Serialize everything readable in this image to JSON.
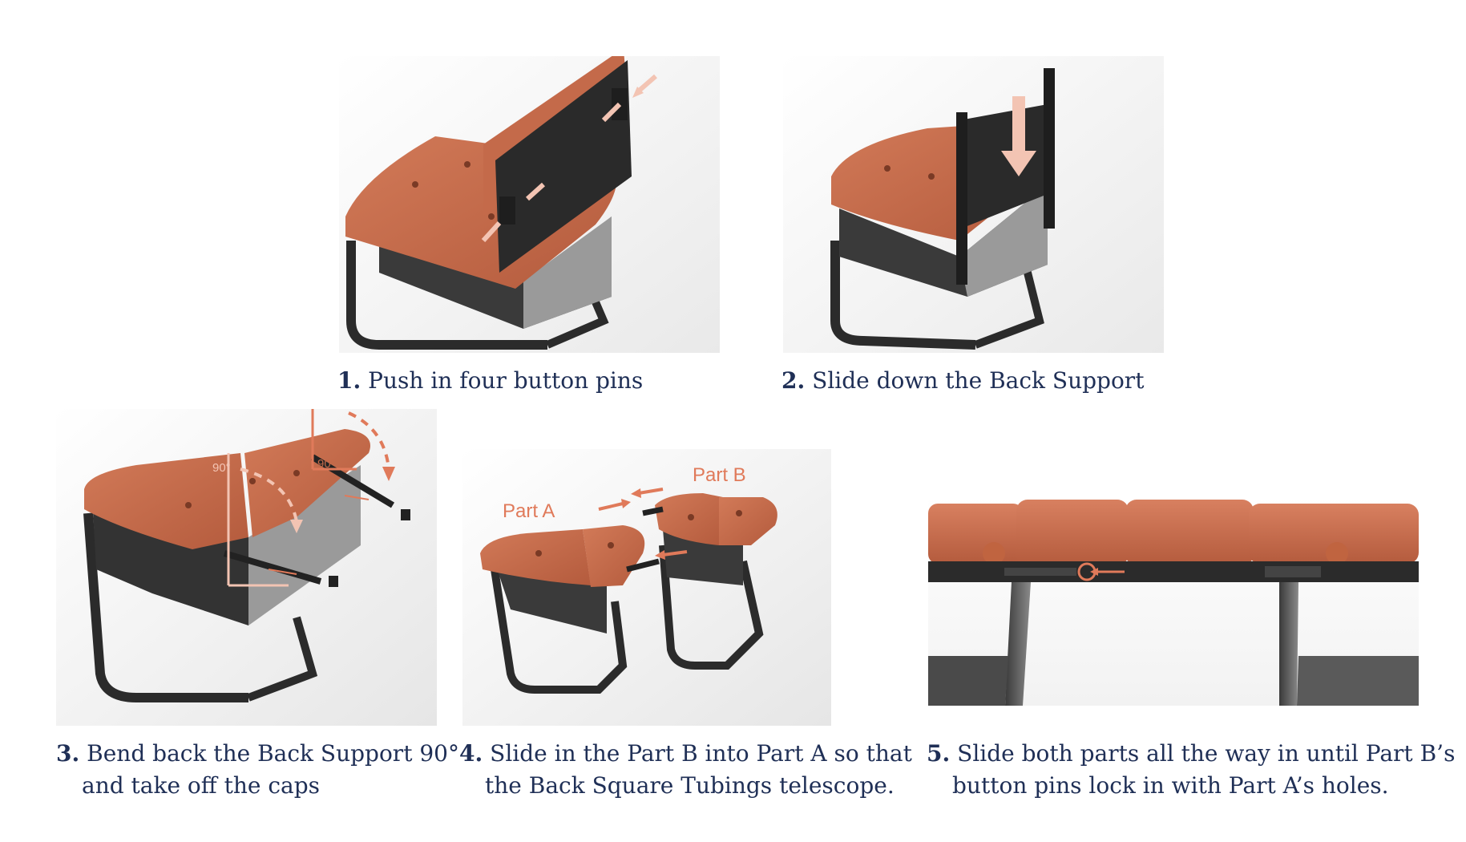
{
  "steps": [
    {
      "number": "1.",
      "text": "Push in four button pins"
    },
    {
      "number": "2.",
      "text": "Slide down the Back Support"
    },
    {
      "number": "3.",
      "line1": "Bend back the Back Support 90°",
      "line2": "and take off the caps"
    },
    {
      "number": "4.",
      "line1": "Slide in the Part B into Part A so that",
      "line2": "the Back Square Tubings telescope."
    },
    {
      "number": "5.",
      "line1": "Slide both parts all the way in until Part B’s",
      "line2": "button pins lock in with Part A’s holes."
    }
  ],
  "figure_labels": {
    "angle_top": "90°",
    "angle_seat": "90°",
    "part_a": "Part A",
    "part_b": "Part B"
  },
  "colors": {
    "caption_text": "#1f2f56",
    "cushion": "#c46a4a",
    "cushion_dark": "#9c4d33",
    "frame": "#2b2b2b",
    "arrow_accent": "#e07a5a",
    "arrow_light": "#f3c4b3"
  }
}
